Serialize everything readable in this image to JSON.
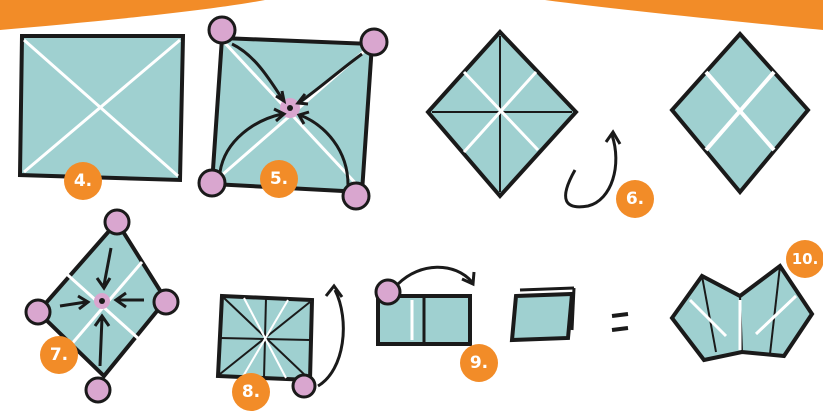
{
  "colors": {
    "accent_orange": "#F28C28",
    "paper_blue": "#9FD0D0",
    "crease_white": "#FFFFFF",
    "corner_pink": "#D9A6CF",
    "ink": "#1A1A1A"
  },
  "steps": [
    {
      "label": "4."
    },
    {
      "label": "5."
    },
    {
      "label": "6."
    },
    {
      "label": "7."
    },
    {
      "label": "8."
    },
    {
      "label": "9."
    },
    {
      "label": "10."
    }
  ],
  "equals_sign": "="
}
